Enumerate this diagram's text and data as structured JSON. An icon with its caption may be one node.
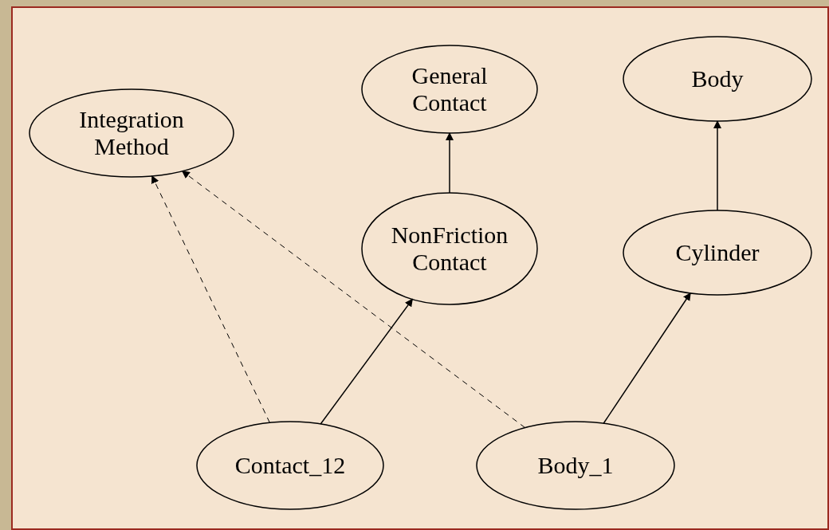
{
  "diagram": {
    "nodes": [
      {
        "text": [
          "Integration Method"
        ]
      },
      {
        "text": [
          "General Contact"
        ]
      },
      {
        "text": [
          "Body"
        ]
      },
      {
        "text": [
          "NonFriction Contact"
        ]
      },
      {
        "text": [
          "Cylinder"
        ]
      },
      {
        "text": [
          "Contact_12"
        ]
      },
      {
        "text": [
          "Body_1"
        ]
      }
    ],
    "edges": [
      {
        "from": 3,
        "to": 1,
        "arrow": "to"
      },
      {
        "from": 4,
        "to": 2,
        "arrow": "to"
      },
      {
        "from": 5,
        "to": 3,
        "arrow": "to"
      },
      {
        "from": 6,
        "to": 4,
        "arrow": "to"
      },
      {
        "from": 5,
        "to": 0,
        "arrow": "to",
        "style": "dashed"
      },
      {
        "from": 6,
        "to": 0,
        "arrow": "to",
        "style": "dashed"
      }
    ]
  }
}
